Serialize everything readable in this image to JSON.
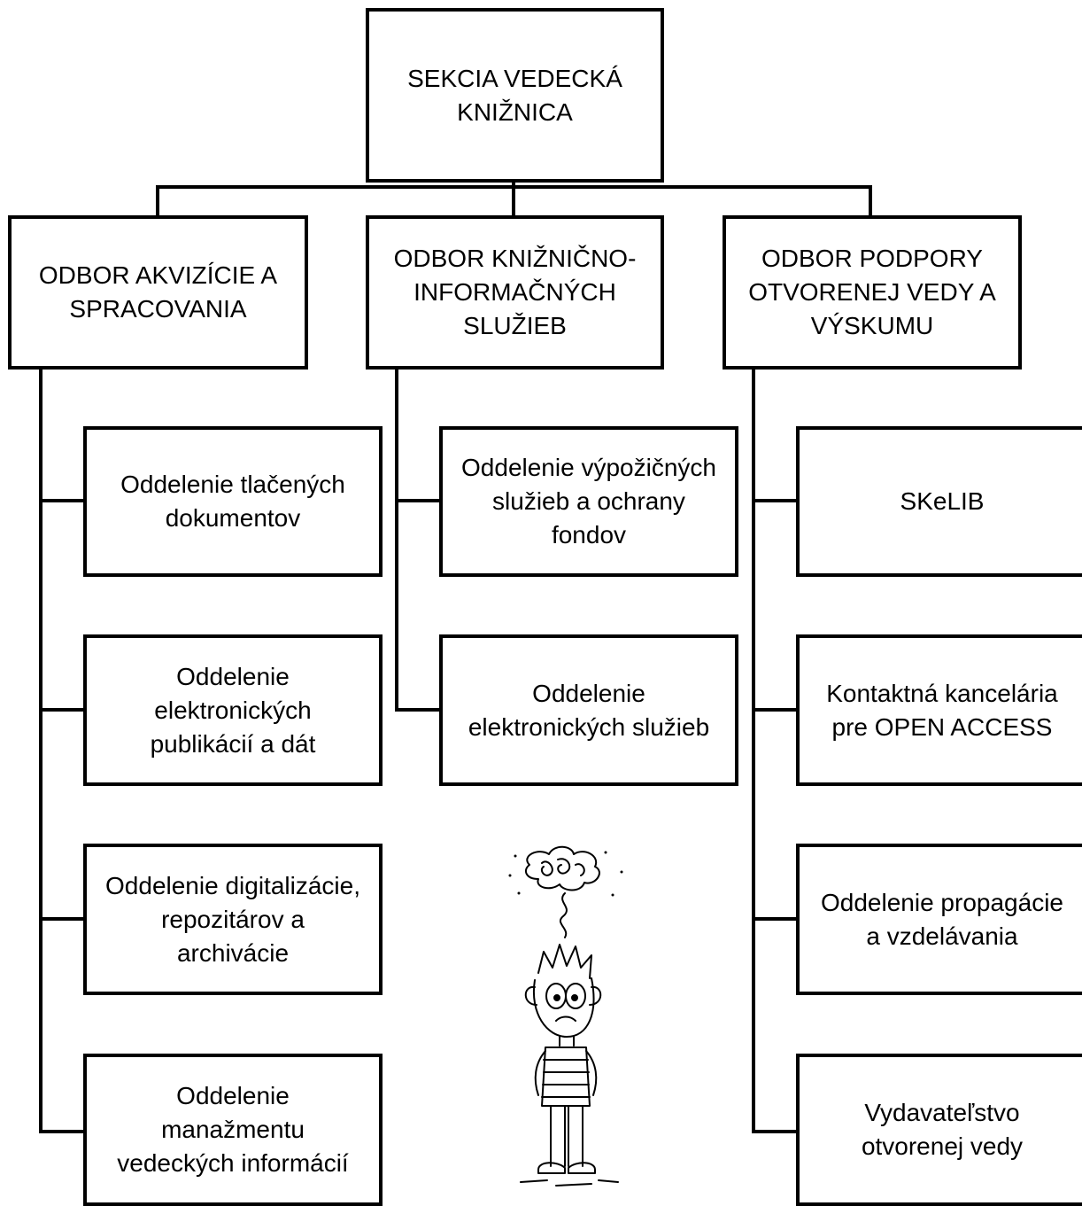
{
  "org_chart": {
    "root": {
      "label": "SEKCIA VEDECKÁ\nKNIŽNICA"
    },
    "divisions": [
      {
        "label": "ODBOR AKVIZÍCIE A\nSPRACOVANIA",
        "departments": [
          {
            "label": "Oddelenie tlačených\ndokumentov"
          },
          {
            "label": "Oddelenie\nelektronických\npublikácií a dát"
          },
          {
            "label": "Oddelenie digitalizácie,\nrepozitárov a\narchivácie"
          },
          {
            "label": "Oddelenie\nmanažmentu\nvedeckých informácií"
          }
        ]
      },
      {
        "label": "ODBOR KNIŽNIČNO-\nINFORMAČNÝCH\nSLUŽIEB",
        "departments": [
          {
            "label": "Oddelenie výpožičných\nslužieb a ochrany\nfondov"
          },
          {
            "label": "Oddelenie\nelektronických služieb"
          }
        ]
      },
      {
        "label": "ODBOR PODPORY\nOTVORENEJ VEDY A\nVÝSKUMU",
        "departments": [
          {
            "label": "SKeLIB"
          },
          {
            "label": "Kontaktná kancelária\npre OPEN ACCESS"
          },
          {
            "label": "Oddelenie propagácie\na vzdelávania"
          },
          {
            "label": "Vydavateľstvo\notvorenej vedy"
          }
        ]
      }
    ]
  },
  "illustration": {
    "icon": "confused-cartoon-boy-icon"
  }
}
